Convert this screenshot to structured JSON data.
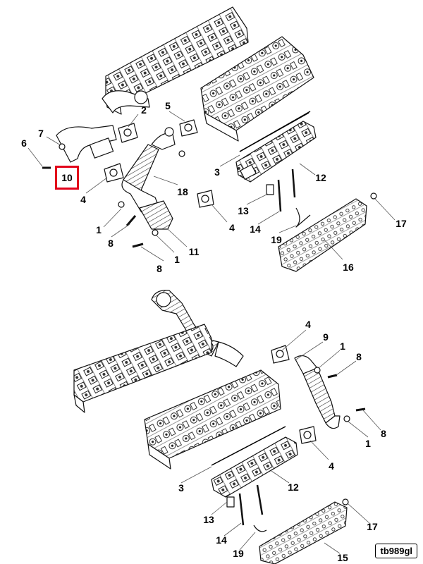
{
  "callouts": {
    "upper": [
      "2",
      "5",
      "7",
      "6",
      "10",
      "4",
      "18",
      "3",
      "12",
      "4",
      "13",
      "14",
      "1",
      "8",
      "11",
      "1",
      "8",
      "19",
      "16",
      "17"
    ],
    "lower": [
      "4",
      "9",
      "1",
      "8",
      "8",
      "1",
      "4",
      "3",
      "12",
      "13",
      "14",
      "17",
      "19",
      "15"
    ]
  },
  "highlight": "10",
  "highlight_color": "#e2001a",
  "stamp": "tb989gl"
}
